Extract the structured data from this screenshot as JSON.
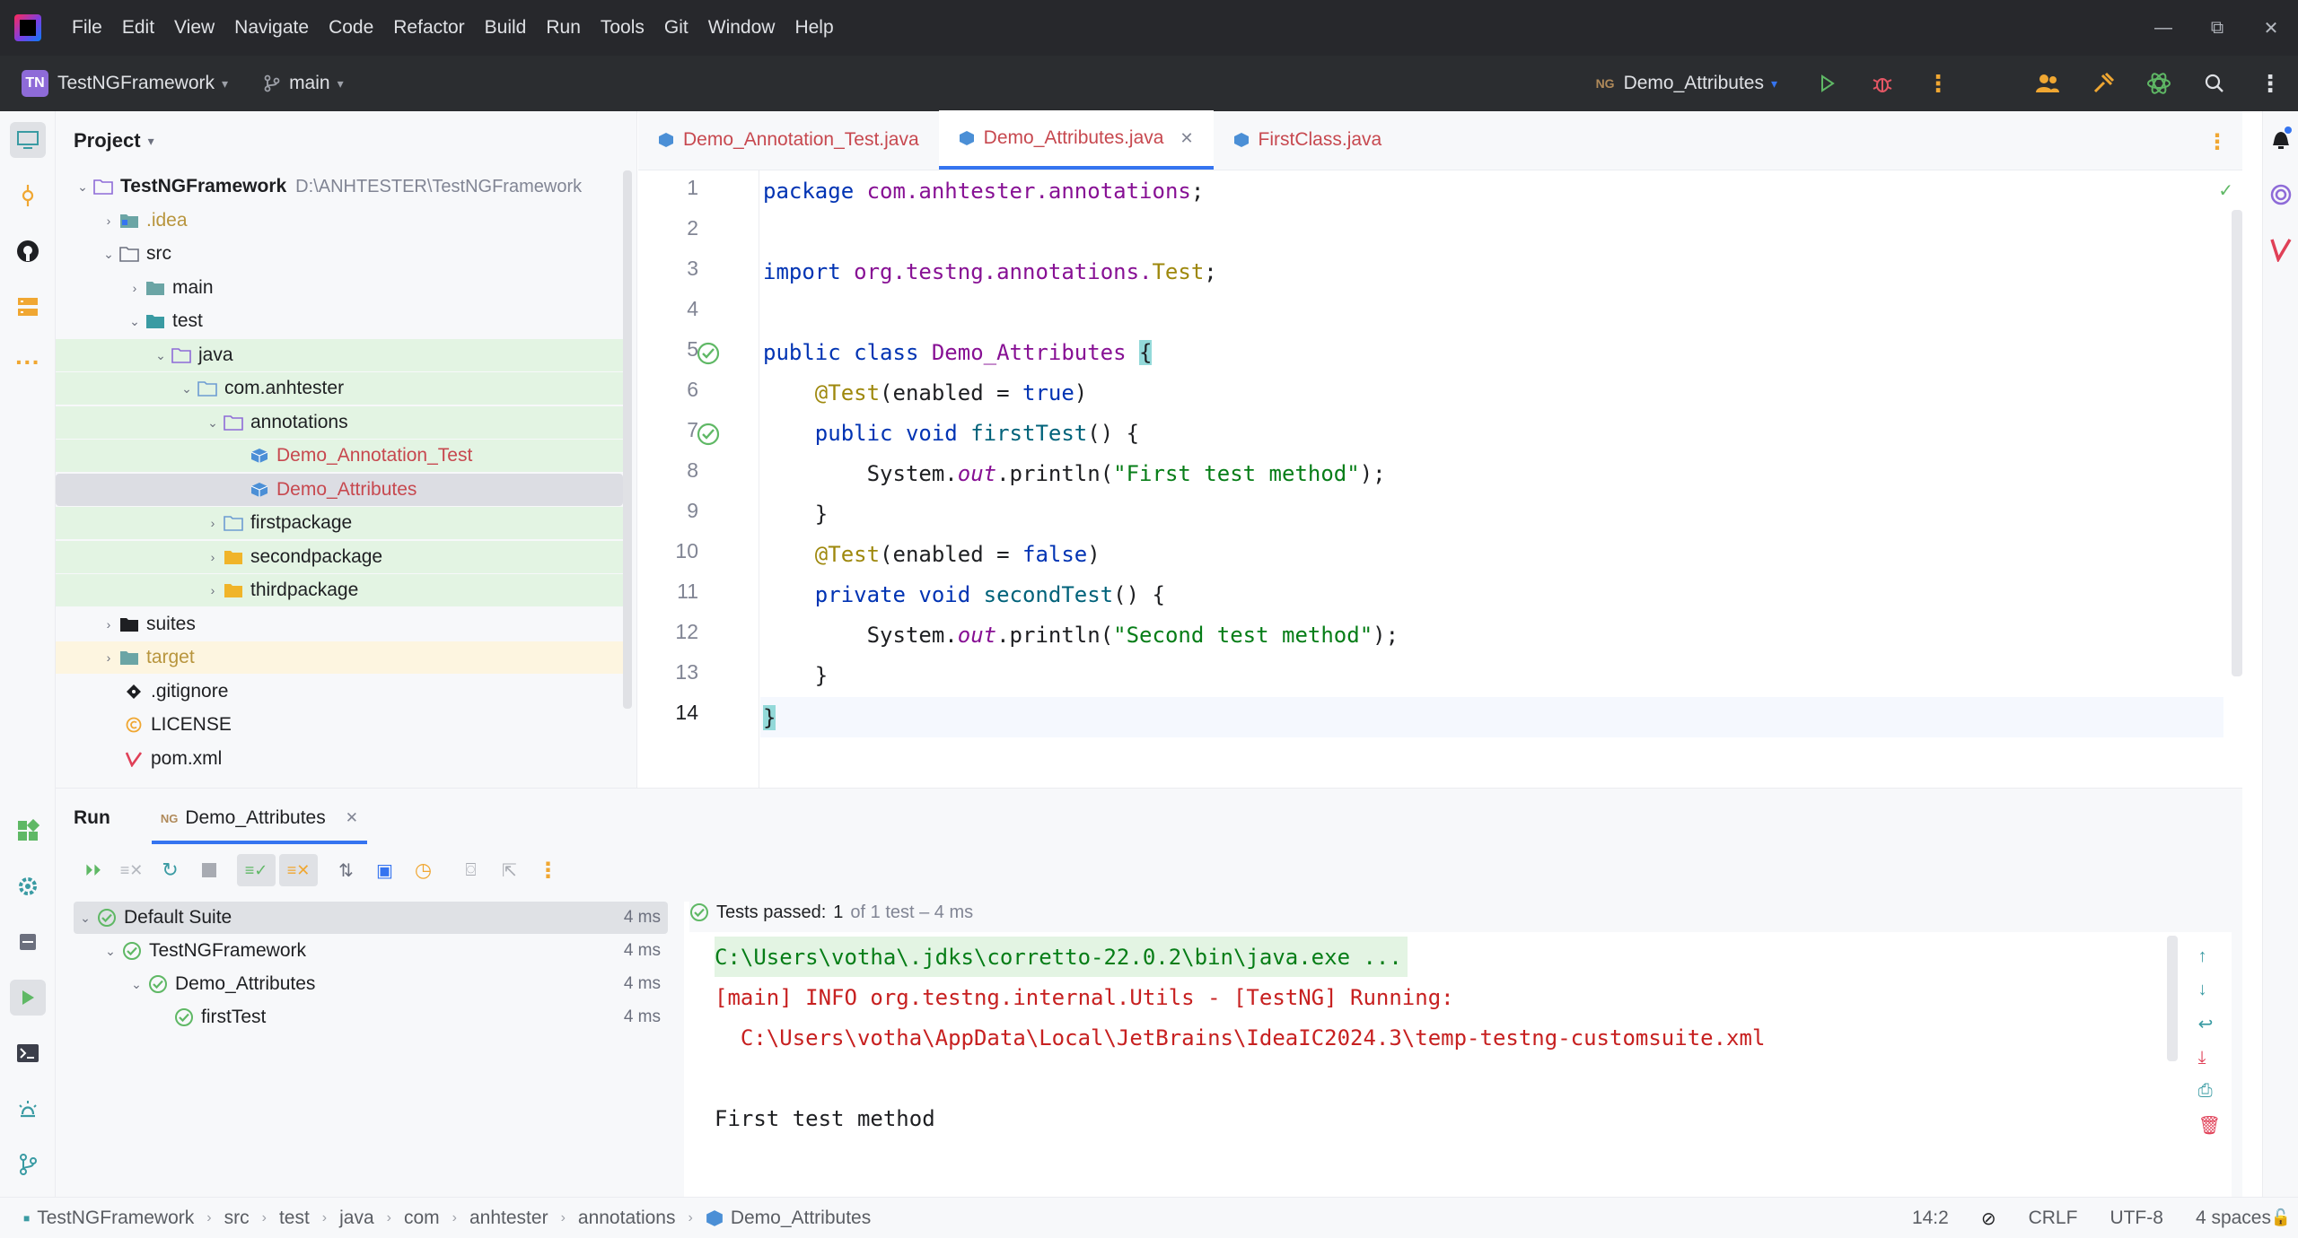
{
  "menu": [
    "File",
    "Edit",
    "View",
    "Navigate",
    "Code",
    "Refactor",
    "Build",
    "Run",
    "Tools",
    "Git",
    "Window",
    "Help"
  ],
  "window_controls": {
    "minimize": "—",
    "restore": "⧉",
    "close": "✕"
  },
  "toolbar": {
    "project_badge": "TN",
    "project_name": "TestNGFramework",
    "branch": "main",
    "run_config_badge": "NG",
    "run_config": "Demo_Attributes"
  },
  "project_panel": {
    "title": "Project",
    "root_name": "TestNGFramework",
    "root_path": "D:\\ANHTESTER\\TestNGFramework",
    "items": [
      {
        "label": ".idea"
      },
      {
        "label": "src"
      },
      {
        "label": "main"
      },
      {
        "label": "test"
      },
      {
        "label": "java"
      },
      {
        "label": "com.anhtester"
      },
      {
        "label": "annotations"
      },
      {
        "label": "Demo_Annotation_Test"
      },
      {
        "label": "Demo_Attributes"
      },
      {
        "label": "firstpackage"
      },
      {
        "label": "secondpackage"
      },
      {
        "label": "thirdpackage"
      },
      {
        "label": "suites"
      },
      {
        "label": "target"
      },
      {
        "label": ".gitignore"
      },
      {
        "label": "LICENSE"
      },
      {
        "label": "pom.xml"
      }
    ]
  },
  "editor": {
    "tabs": [
      {
        "label": "Demo_Annotation_Test.java"
      },
      {
        "label": "Demo_Attributes.java"
      },
      {
        "label": "FirstClass.java"
      }
    ],
    "line_numbers": [
      "1",
      "2",
      "3",
      "4",
      "5",
      "6",
      "7",
      "8",
      "9",
      "10",
      "11",
      "12",
      "13",
      "14"
    ],
    "code": {
      "l1_kw": "package",
      "l1_pkg": " com.anhtester.annotations",
      "l1_end": ";",
      "l3_kw": "import",
      "l3_pkg": " org.testng.annotations.",
      "l3_cls": "Test",
      "l3_end": ";",
      "l5_kw": "public class",
      "l5_cls": " Demo_Attributes ",
      "l5_brace": "{",
      "l6_ann": "    @Test",
      "l6_rest": "(enabled = ",
      "l6_val": "true",
      "l6_end": ")",
      "l7_kw": "    public void",
      "l7_fn": " firstTest",
      "l7_end": "() {",
      "l8_cls": "        System.",
      "l8_it": "out",
      "l8_mid": ".println(",
      "l8_str": "\"First test method\"",
      "l8_end": ");",
      "l9": "    }",
      "l10_ann": "    @Test",
      "l10_rest": "(enabled = ",
      "l10_val": "false",
      "l10_end": ")",
      "l11_kw": "    private void",
      "l11_fn": " secondTest",
      "l11_end": "() {",
      "l12_cls": "        System.",
      "l12_it": "out",
      "l12_mid": ".println(",
      "l12_str": "\"Second test method\"",
      "l12_end": ");",
      "l13": "    }",
      "l14": "}"
    }
  },
  "run_panel": {
    "title": "Run",
    "tab_label": "Demo_Attributes",
    "tests": [
      {
        "name": "Default Suite",
        "duration": "4 ms"
      },
      {
        "name": "TestNGFramework",
        "duration": "4 ms"
      },
      {
        "name": "Demo_Attributes",
        "duration": "4 ms"
      },
      {
        "name": "firstTest",
        "duration": "4 ms"
      }
    ],
    "status_prefix": "Tests passed:",
    "status_count": "1",
    "status_suffix": "of 1 test – 4 ms",
    "console": [
      "C:\\Users\\votha\\.jdks\\corretto-22.0.2\\bin\\java.exe ...",
      "[main] INFO org.testng.internal.Utils - [TestNG] Running:",
      "  C:\\Users\\votha\\AppData\\Local\\JetBrains\\IdeaIC2024.3\\temp-testng-customsuite.xml",
      "First test method"
    ]
  },
  "statusbar": {
    "breadcrumbs": [
      "TestNGFramework",
      "src",
      "test",
      "java",
      "com",
      "anhtester",
      "annotations",
      "Demo_Attributes"
    ],
    "position": "14:2",
    "line_sep": "CRLF",
    "encoding": "UTF-8",
    "indent": "4 spaces"
  },
  "colors": {
    "accent": "#3574f0",
    "test_green": "#5fb865",
    "modified_red": "#c7484f",
    "package_folder": "#6ba5a5"
  }
}
